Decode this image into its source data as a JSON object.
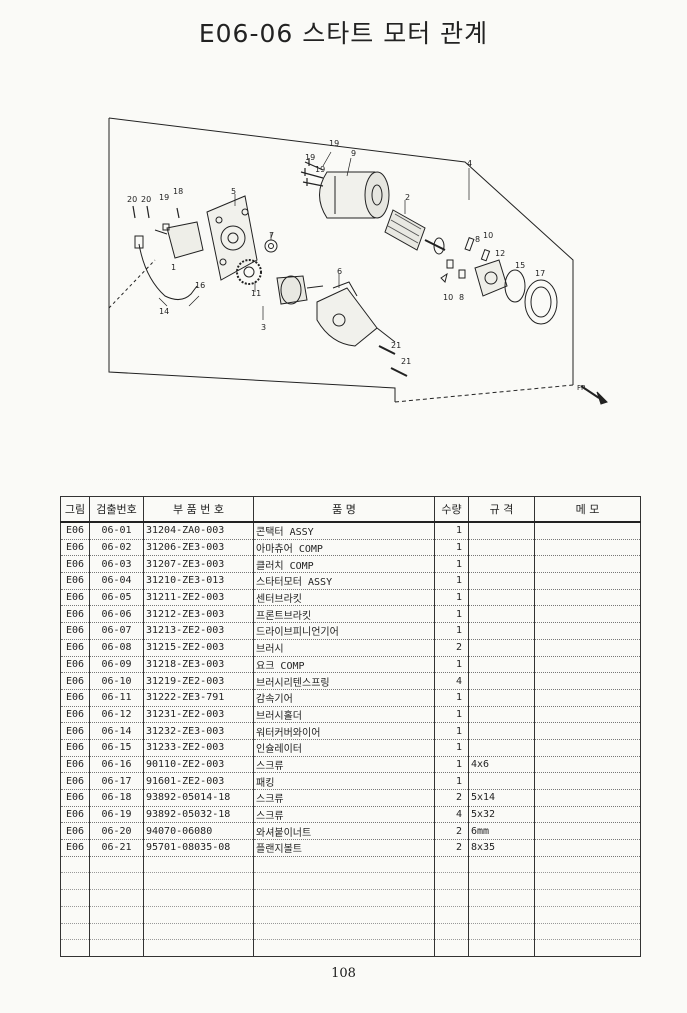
{
  "page_title": "E06-06  스타트 모터 관계",
  "page_number": "108",
  "diagram": {
    "callouts": [
      "1",
      "2",
      "3",
      "4",
      "5",
      "6",
      "7",
      "8",
      "8",
      "9",
      "10",
      "10",
      "11",
      "12",
      "14",
      "15",
      "16",
      "17",
      "18",
      "19",
      "19",
      "19",
      "19",
      "20",
      "20",
      "21",
      "21"
    ],
    "direction_mark": "FR."
  },
  "table": {
    "headers": [
      "그림",
      "검출번호",
      "부 품 번 호",
      "품            명",
      "수량",
      "규  격",
      "메  모"
    ],
    "rows": [
      [
        "E06",
        "06-01",
        "31204-ZA0-003",
        "콘택터 ASSY",
        "1",
        "",
        ""
      ],
      [
        "E06",
        "06-02",
        "31206-ZE3-003",
        "아마츄어 COMP",
        "1",
        "",
        ""
      ],
      [
        "E06",
        "06-03",
        "31207-ZE3-003",
        "클러치 COMP",
        "1",
        "",
        ""
      ],
      [
        "E06",
        "06-04",
        "31210-ZE3-013",
        "스타터모터 ASSY",
        "1",
        "",
        ""
      ],
      [
        "E06",
        "06-05",
        "31211-ZE2-003",
        "센터브라킷",
        "1",
        "",
        ""
      ],
      [
        "E06",
        "06-06",
        "31212-ZE3-003",
        "프론트브라킷",
        "1",
        "",
        ""
      ],
      [
        "E06",
        "06-07",
        "31213-ZE2-003",
        "드라이브피니언기어",
        "1",
        "",
        ""
      ],
      [
        "E06",
        "06-08",
        "31215-ZE2-003",
        "브러시",
        "2",
        "",
        ""
      ],
      [
        "E06",
        "06-09",
        "31218-ZE3-003",
        "요크 COMP",
        "1",
        "",
        ""
      ],
      [
        "E06",
        "06-10",
        "31219-ZE2-003",
        "브러시리텐스프링",
        "4",
        "",
        ""
      ],
      [
        "E06",
        "06-11",
        "31222-ZE3-791",
        "감속기어",
        "1",
        "",
        ""
      ],
      [
        "E06",
        "06-12",
        "31231-ZE2-003",
        "브러시홀더",
        "1",
        "",
        ""
      ],
      [
        "E06",
        "06-14",
        "31232-ZE3-003",
        "워터커버와이어",
        "1",
        "",
        ""
      ],
      [
        "E06",
        "06-15",
        "31233-ZE2-003",
        "인슐레이터",
        "1",
        "",
        ""
      ],
      [
        "E06",
        "06-16",
        "90110-ZE2-003",
        "스크류",
        "1",
        "4x6",
        ""
      ],
      [
        "E06",
        "06-17",
        "91601-ZE2-003",
        "패킹",
        "1",
        "",
        ""
      ],
      [
        "E06",
        "06-18",
        "93892-05014-18",
        "스크류",
        "2",
        "5x14",
        ""
      ],
      [
        "E06",
        "06-19",
        "93892-05032-18",
        "스크류",
        "4",
        "5x32",
        ""
      ],
      [
        "E06",
        "06-20",
        "94070-06080",
        "와셔붙이너트",
        "2",
        "6mm",
        ""
      ],
      [
        "E06",
        "06-21",
        "95701-08035-08",
        "플랜지볼트",
        "2",
        "8x35",
        ""
      ]
    ]
  }
}
